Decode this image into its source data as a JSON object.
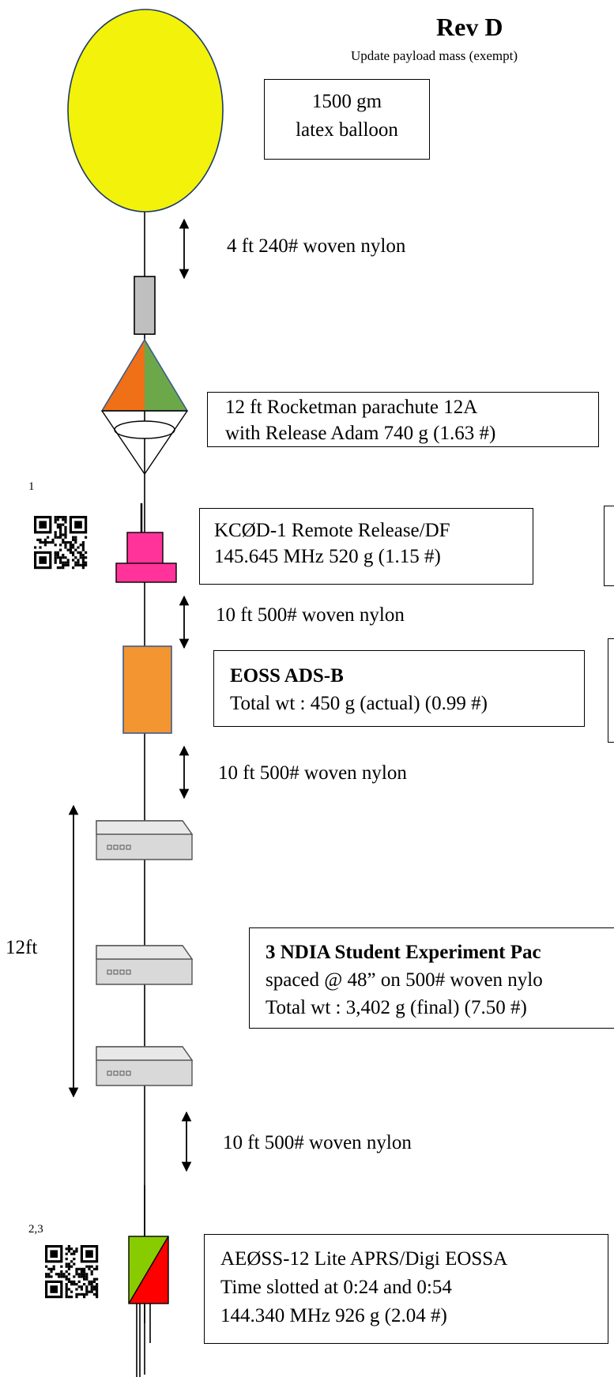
{
  "header": {
    "title": "Rev D",
    "subtitle": "Update payload mass (exempt)"
  },
  "balloon": {
    "label_lines": [
      "1500 gm",
      "latex balloon"
    ],
    "color": "#f2f20a"
  },
  "tether_1": "4 ft 240# woven nylon",
  "parachute": {
    "label_lines": [
      "12 ft Rocketman parachute 12A",
      "with Release Adam 740 g (1.63 #)"
    ],
    "colors": {
      "left": "#f07018",
      "right": "#6ca84a"
    }
  },
  "release": {
    "ref": "1",
    "label_lines": [
      "KCØD-1 Remote Release/DF",
      "145.645 MHz 520 g (1.15 #)"
    ],
    "color": "#ff3399"
  },
  "tether_2": "10 ft 500# woven nylon",
  "adsb": {
    "title": "EOSS ADS-B",
    "weight": "Total wt :  450 g (actual) (0.99 #)",
    "color": "#f39530"
  },
  "tether_3": "10 ft 500# woven nylon",
  "student_packages": {
    "span_label": "12ft",
    "title": "3 NDIA Student Experiment Pac",
    "spacing": "spaced @ 48” on 500# woven nylo",
    "weight": "Total wt : 3,402 g (final) (7.50 #)"
  },
  "tether_4": "10 ft 500# woven nylon",
  "tracker": {
    "ref": "2,3",
    "label_lines": [
      "AEØSS-12 Lite APRS/Digi  EOSSA",
      "Time slotted at 0:24 and 0:54",
      "144.340 MHz   926 g (2.04 #)"
    ],
    "colors": {
      "left": "#88cc00",
      "right": "#ff0000"
    }
  }
}
